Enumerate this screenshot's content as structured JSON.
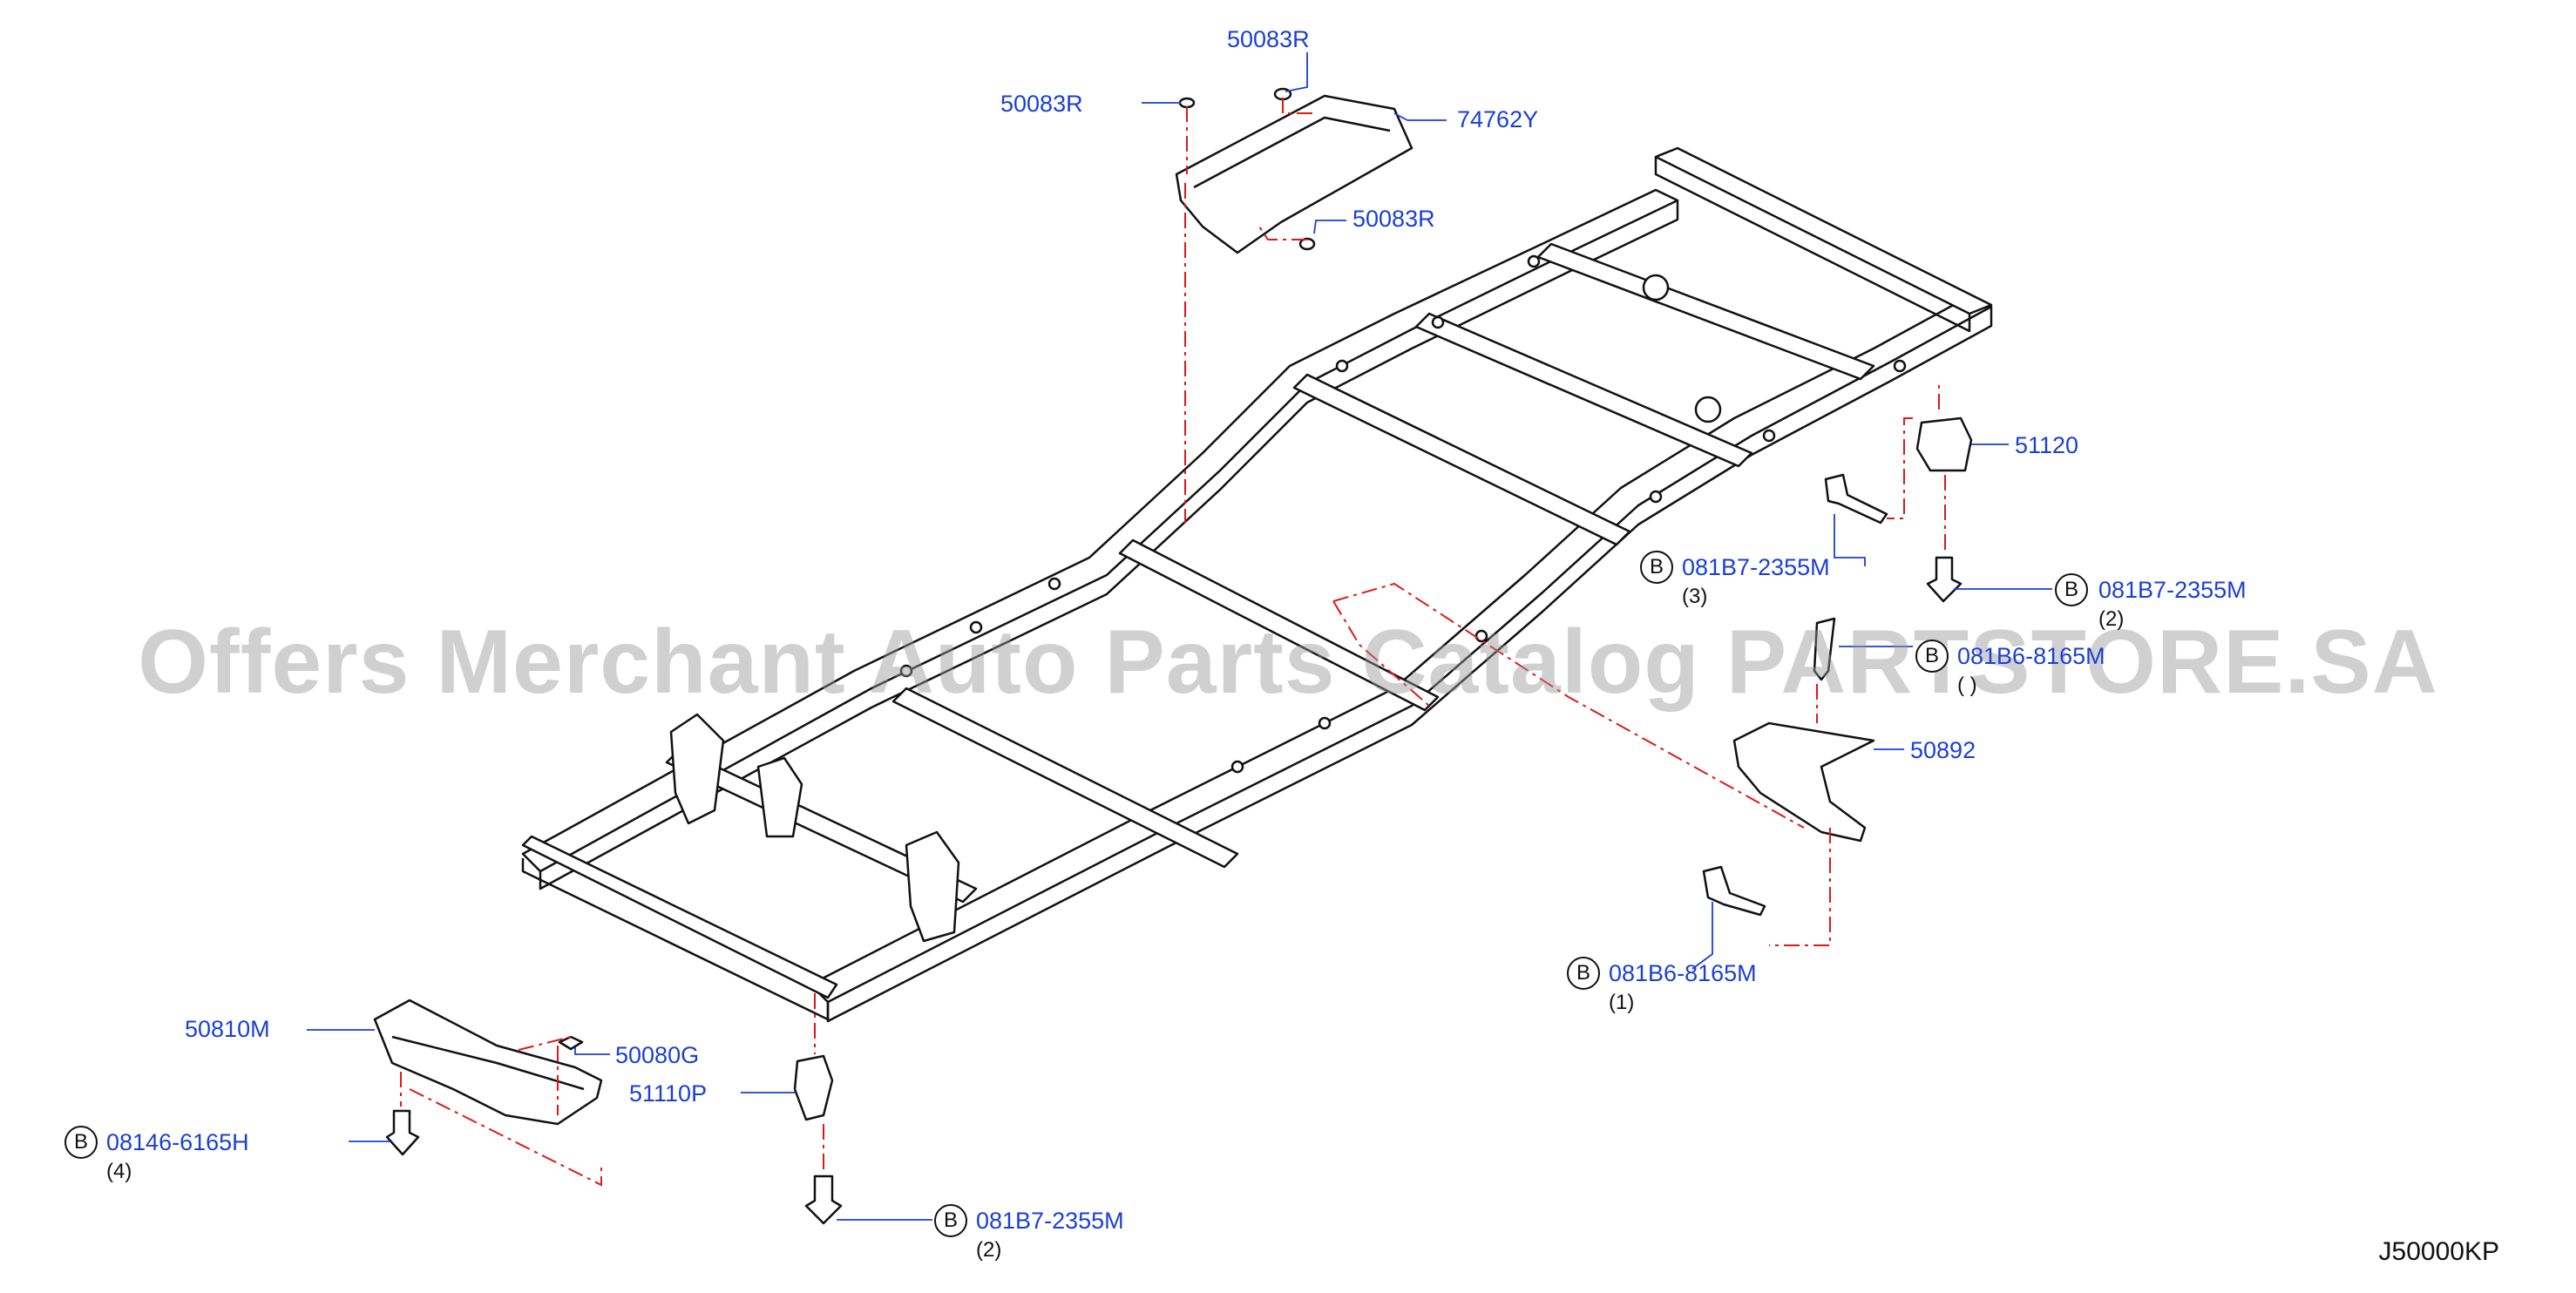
{
  "watermark": "Offers Merchant Auto Parts Catalog PARTSTORE.SA",
  "diagram_code": "J50000KP",
  "bolt_marker": "B",
  "colors": {
    "part_number": "#1a3fd8",
    "leader": "#1a3fd8",
    "phantom": "#e01818",
    "line": "#111111"
  },
  "labels": {
    "clip_top": "50083R",
    "clip_left": "50083R",
    "insulator": "74762Y",
    "clip_right": "50083R",
    "bracket_rear": "51120",
    "bolt_mid": "081B7-2355M",
    "bolt_mid_qty": "(3)",
    "bolt_rear": "081B7-2355M",
    "bolt_rear_qty": "(2)",
    "bolt_partial": "081B6-8165M",
    "bolt_partial_qty": "( )",
    "cover_rear": "50892",
    "bolt_lower": "081B6-8165M",
    "bolt_lower_qty": "(1)",
    "cover_front": "50810M",
    "clip_front": "50080G",
    "bracket_front": "51110P",
    "bolt_front": "08146-6165H",
    "bolt_front_qty": "(4)",
    "bolt_bottom": "081B7-2355M",
    "bolt_bottom_qty": "(2)"
  }
}
